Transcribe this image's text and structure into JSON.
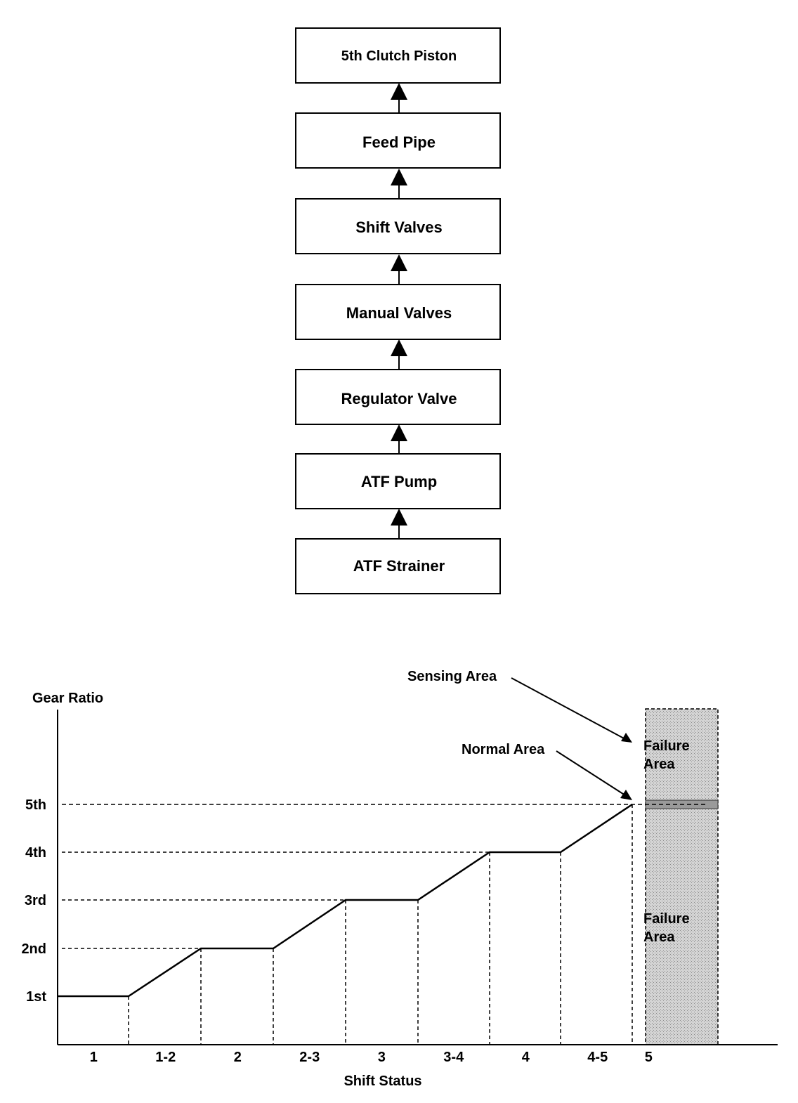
{
  "flow": {
    "boxes": [
      {
        "label": "5th Clutch Piston"
      },
      {
        "label": "Feed Pipe"
      },
      {
        "label": "Shift Valves"
      },
      {
        "label": "Manual Valves"
      },
      {
        "label": "Regulator Valve"
      },
      {
        "label": "ATF Pump"
      },
      {
        "label": "ATF Strainer"
      }
    ]
  },
  "chart_data": {
    "type": "line",
    "ylabel": "Gear Ratio",
    "xlabel": "Shift Status",
    "y_categories": [
      "1st",
      "2nd",
      "3rd",
      "4th",
      "5th"
    ],
    "x_categories": [
      "1",
      "1-2",
      "2",
      "2-3",
      "3",
      "3-4",
      "4",
      "4-5",
      "5"
    ],
    "series": [
      {
        "points": [
          {
            "x": "1",
            "y": "1st"
          },
          {
            "x": "1-2",
            "y": "1st→2nd"
          },
          {
            "x": "2",
            "y": "2nd"
          },
          {
            "x": "2-3",
            "y": "2nd→3rd"
          },
          {
            "x": "3",
            "y": "3rd"
          },
          {
            "x": "3-4",
            "y": "3rd→4th"
          },
          {
            "x": "4",
            "y": "4th"
          },
          {
            "x": "4-5",
            "y": "4th→5th"
          },
          {
            "x": "5",
            "y": "5th"
          }
        ]
      }
    ],
    "region": {
      "x": "5",
      "shaded": true
    },
    "annotations": {
      "sensing_area": "Sensing Area",
      "normal_area": "Normal Area",
      "failure_area_upper_line1": "Failure",
      "failure_area_upper_line2": "Area",
      "failure_area_lower_line1": "Failure",
      "failure_area_lower_line2": "Area"
    },
    "grid": false
  },
  "colors": {
    "ink": "#000000",
    "shade": "#c8c8c8",
    "background": "#ffffff"
  }
}
